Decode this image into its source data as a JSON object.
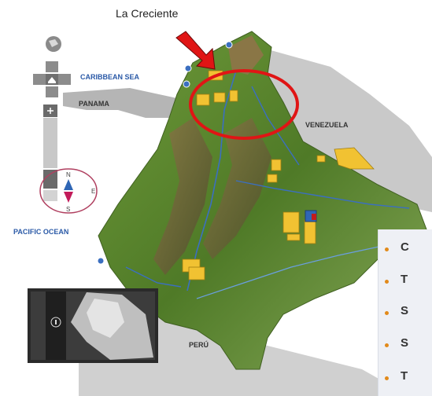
{
  "callout": {
    "label": "La Creciente"
  },
  "map_labels": {
    "caribbean": "CARIBBEAN SEA",
    "panama": "PANAMA",
    "venezuela": "VENEZUELA",
    "pacific": "PACIFIC OCEAN",
    "peru": "PERÚ"
  },
  "compass": {
    "north": "N",
    "south": "S",
    "east": "E"
  },
  "bullets": [
    {
      "letter": "C"
    },
    {
      "letter": "T"
    },
    {
      "letter": "S"
    },
    {
      "letter": "S"
    },
    {
      "letter": "T"
    }
  ],
  "colors": {
    "land": "#5f8a2e",
    "mountains": "#7b6a3a",
    "blocks": "#f1c232",
    "ring": "#e01515",
    "arrow": "#e01515",
    "ocean_label": "#2b5aa7",
    "bullet_dot": "#e28a1a"
  }
}
